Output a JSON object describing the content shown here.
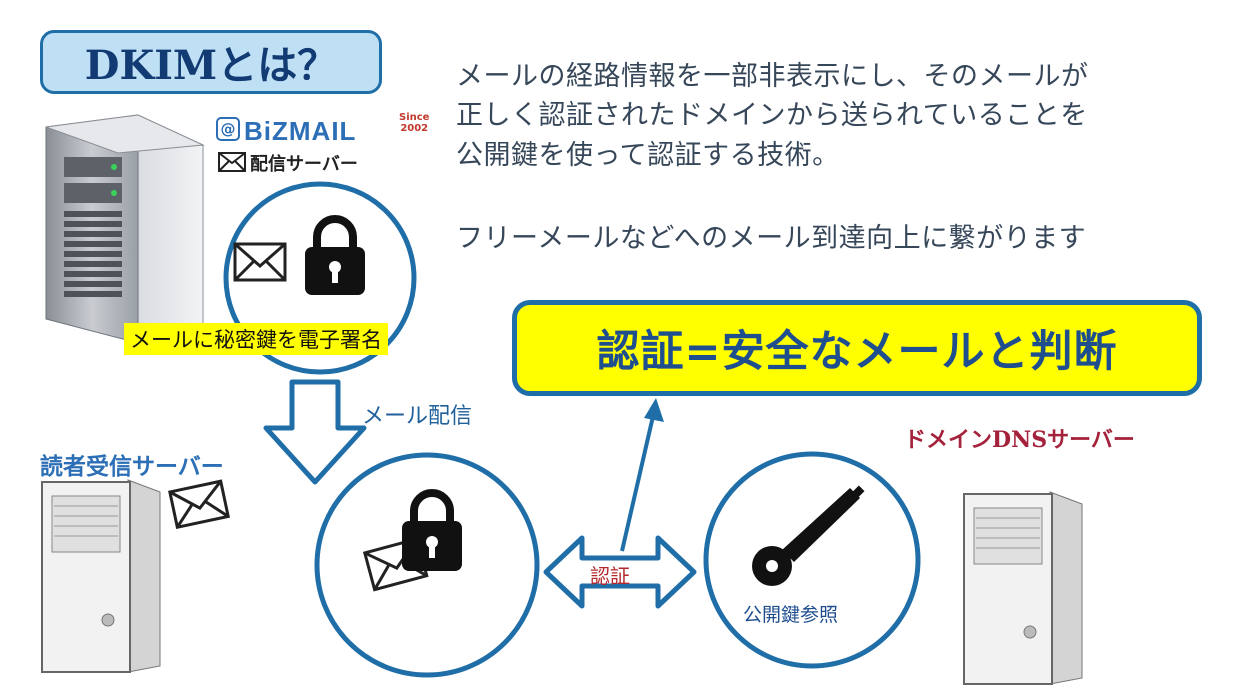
{
  "title": "DKIMとは？",
  "description": {
    "line1": "メールの経路情報を一部非表示にし、そのメールが",
    "line2": "正しく認証されたドメインから送られていることを",
    "line3": "公開鍵を使って認証する技術。",
    "line4": "フリーメールなどへのメール到達向上に繋がります"
  },
  "brand": {
    "at": "@",
    "name": "BiZMAIL",
    "since_line1": "Since",
    "since_line2": "2002",
    "server_label": "配信サーバー"
  },
  "labels": {
    "sign": "メールに秘密鍵を電子署名",
    "send": "メール配信",
    "reader_server": "読者受信サーバー",
    "dns_server": "ドメインDNSサーバー",
    "result": "認証=安全なメールと判断",
    "auth": "認証",
    "public_key": "公開鍵参照"
  },
  "colors": {
    "accent_blue": "#1f6ea8",
    "highlight_yellow": "#ffff00",
    "dns_label": "#a5223c",
    "auth_label": "#b3282c"
  },
  "icons": [
    "server-icon",
    "envelope-icon",
    "padlock-icon",
    "key-icon",
    "down-arrow-icon",
    "double-arrow-icon"
  ]
}
